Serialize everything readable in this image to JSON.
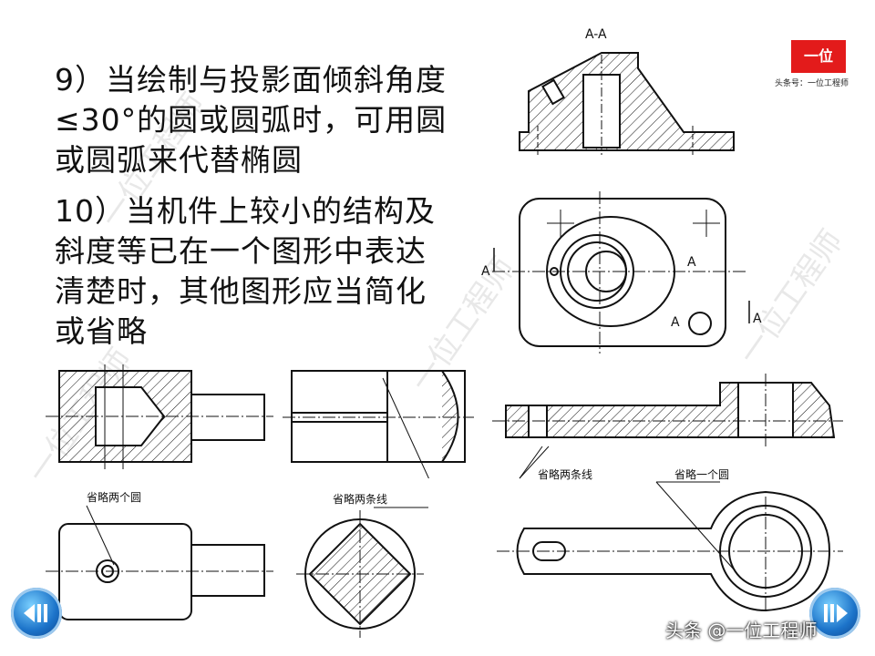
{
  "rules": {
    "rule9": "9）当绘制与投影面倾斜角度≤30°的圆或圆弧时，可用圆或圆弧来代替椭圆",
    "rule10": "10）当机件上较小的结构及斜度等已在一个图形中表达清楚时，其他图形应当简化或省略"
  },
  "drawing_labels": {
    "section_title": "A-A",
    "cut_mark": "A",
    "omit_two_circles": "省略两个圆",
    "omit_two_lines_middle": "省略两条线",
    "omit_two_lines_right": "省略两条线",
    "omit_one_circle": "省略一个圆"
  },
  "brand": {
    "logo_text": "一位",
    "subtitle": "头条号：一位工程师"
  },
  "footer": {
    "source": "头条 @一位工程师"
  },
  "watermark": "一位工程师",
  "navigation": {
    "prev_icon": "previous-icon",
    "next_icon": "next-icon"
  },
  "colors": {
    "brand_red": "#e31b1b",
    "nav_blue": "#1c73c9",
    "line": "#111111"
  }
}
